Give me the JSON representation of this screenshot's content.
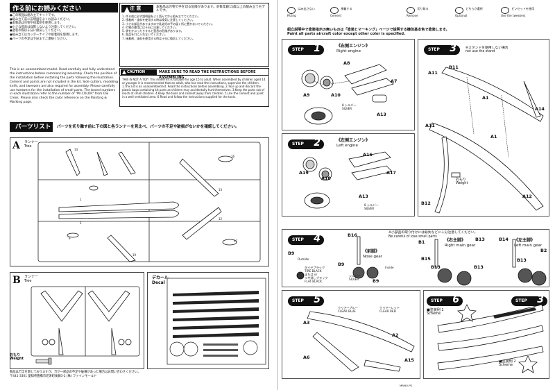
{
  "left": {
    "intro_title": "作る前にお読みください",
    "intro_jp_lines": [
      "●この製品は組み立てキットです。",
      "●組み立て前に説明図をよくお読みください。",
      "●本製品は刃物や接着剤を使用します。",
      "●小さな部品は誤飲しないよう注意してください。",
      "●塗装の際は十分に換気してください。",
      "●組み立てはカッターナイフや接着剤を使用します。",
      "●パーツの不足は下記までご連絡ください。"
    ],
    "caution": {
      "head": "注 意",
      "sub": "本製品は刃物で手を切る危険があります。対象年齢15歳以上の組み立てモデルです。",
      "body": [
        "1. 作る前に必ず説明図をよく読んでから組み立ててください。",
        "2. 接着剤・塗料を使用する時は換気に注意してください。",
        "3. 小さな部品がありますので乳幼児の手の届く所に置かないでください。",
        "4. 刃物の使用には十分に注意してください。",
        "5. 袋をかぶったりすると窒息の危険があります。",
        "6. 部品を口に入れないでください。",
        "7. 接着剤、塗料を使用する時は十分に換気してください。"
      ]
    },
    "en_intro": "This is an unassembled model. Read carefully and fully understand the instructions before commencing assembly. Check the position of the installation before installing the parts following the illustration. Cement and paints are not included in the kit. Side cutters, modeling knife, and tweezers are also required for assembly. Please carefully use tweezers for the installation of small parts. The boxed numbers in each illustration refer to the number of \"Mr.COLOR\" from GSI Creos. Please also check the color reference on the Painting & Marking page.",
    "en_caution_label": "CAUTION",
    "en_caution_head": "MAKE SURE TO READ THE INSTRUCTIONS BEFORE ASSEMBLING.",
    "en_caution_body": "THIS IS NOT A TOY! This model kit is suitable for age 15 to adult. When assembled by children aged 14 or younger it is recommended that an adult, who has read the instructions, supervise the children. 1.This kit is an unassembled kit. Read the instructions before assembling. 2.Tear up and discard the plastic bags containing kit parts as children may accidentally hurt themselves. 3.Keep the parts out of reach of small children. 4.Keep the tools and cement away from children. 5.Use the cement and paint in a well ventilated area. 6.Read and follow the instructions supplied for the tools.",
    "parts_title": "パーツリスト",
    "parts_note": "パーツを切り離す前に下の図と各ランナーを見比べ、パーツの不足や破損がないかを確認してください。",
    "tree_a": {
      "letter": "A",
      "label_jp": "ランナー",
      "label_en": "Tree"
    },
    "tree_b": {
      "letter": "B",
      "label_jp": "ランナー",
      "label_en": "Tree"
    },
    "decal": {
      "label_jp": "デカール",
      "label_en": "Decal"
    },
    "weight": {
      "label_jp": "おもり",
      "label_en": "Weight"
    },
    "foot_lines": [
      "製品は万全を期しておりますが、万が一部品の不足や破損があった場合はお問い合わせください。",
      "〒441-3301 愛知県豊橋市老津町後藤3-2 (株) ファインモールド"
    ]
  },
  "right": {
    "legend": [
      {
        "jp": "はみ出さない",
        "en": "Fitting"
      },
      {
        "jp": "接着する",
        "en": "Cement"
      },
      {
        "jp": "切り取る",
        "en": "Remove"
      },
      {
        "jp": "どちらか選択",
        "en": "Optional"
      },
      {
        "jp": "ピンセットを使用",
        "en": "Use the tweezers"
      }
    ],
    "paint_note_jp": "組立説明中で塗装指示の無いものは「塗装とマーキング」ページで説明する機体基本色で塗装します。",
    "paint_note_en": "Paint all parts aircraft color except other color is specified.",
    "step_word": "STEP",
    "step1": {
      "num": "1",
      "title_jp": "《右側エンジン》",
      "title_en": "Right engine",
      "parts": [
        "A8",
        "A9",
        "A10",
        "A7",
        "A13"
      ],
      "silver_jp": "シルバー",
      "silver_en": "SILVER",
      "color_code": "8"
    },
    "step2": {
      "num": "2",
      "title_jp": "《左側エンジン》",
      "title_en": "Left engine",
      "parts": [
        "A16",
        "A19",
        "A18",
        "A17",
        "A13"
      ],
      "silver_jp": "シルバー",
      "silver_en": "SILVER",
      "color_code": "8"
    },
    "step3": {
      "num": "3",
      "note_jp": "※スタンドを使用しない場合",
      "note_en": "not use the stand",
      "parts": [
        "B11",
        "A11",
        "A1",
        "A14",
        "A11",
        "A1",
        "B12",
        "A12"
      ],
      "weight_jp": "おもり",
      "weight_en": "Weight"
    },
    "step4": {
      "num": "4",
      "warn_jp": "※小部品の取り付けには紛失などに十分注意してください。",
      "warn_en": "Be careful of lose small parts",
      "nose_jp": "《前脚》",
      "nose_en": "Nose gear",
      "rmain_jp": "《右主脚》",
      "rmain_en": "Right main gear",
      "lmain_jp": "《左主脚》",
      "lmain_en": "Left main gear",
      "parts": [
        "B16",
        "B9",
        "B9",
        "B1",
        "B15",
        "B13",
        "B13",
        "B13",
        "B14",
        "B13",
        "B2",
        "B9"
      ],
      "tire_jp": "タイヤブラック",
      "tire_en": "TIRE BLACK",
      "or_jp": "または",
      "or_en": "or",
      "flat_jp": "つや消しブラック",
      "flat_en": "FLAT BLACK",
      "silver_jp": "シルバー",
      "silver_en": "SILVER",
      "inside": "Inside",
      "outside": "Outside"
    },
    "step5": {
      "num": "5",
      "parts": [
        "A3",
        "A2",
        "A6",
        "A15"
      ],
      "clear_blue_jp": "クリアーブルー",
      "clear_blue_en": "CLEAR BLUE",
      "clear_red_jp": "クリアーレッド",
      "clear_red_en": "CLEAR RED"
    },
    "step63": {
      "num6": "6",
      "num3": "3",
      "scheme1_jp": "■塗装例",
      "scheme1_en": "Scheme",
      "scheme1_num": "1",
      "scheme2_jp": "■塗装例",
      "scheme2_en": "Scheme",
      "scheme2_num": "2"
    },
    "page_code": "MRJ90-PS"
  }
}
